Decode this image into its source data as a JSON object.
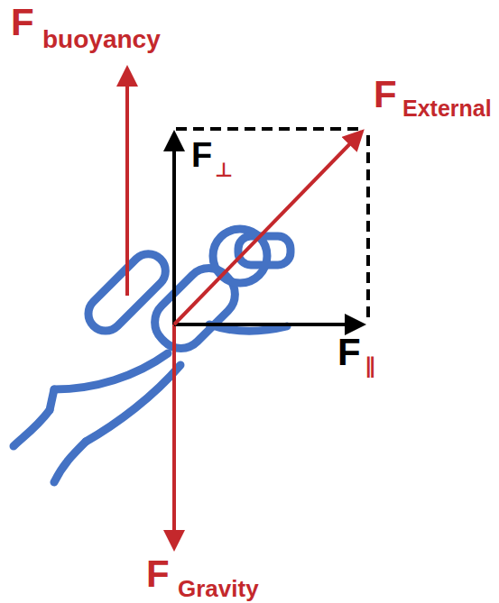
{
  "diagram": {
    "labels": [
      "F",
      "buoyancy",
      "F",
      "External",
      "F",
      "⊥",
      "F",
      "∥",
      "F",
      "Gravity"
    ]
  }
}
